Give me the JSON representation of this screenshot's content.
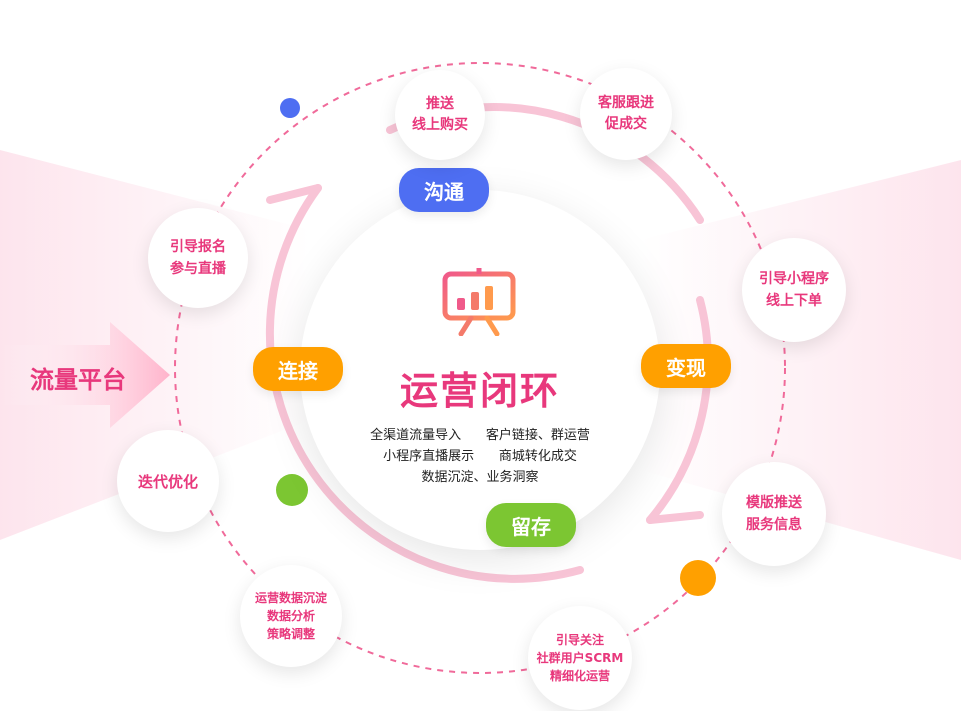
{
  "center": {
    "title": "运营闭环",
    "lines": [
      "全渠道流量导入      客户链接、群运营",
      "小程序直播展示      商城转化成交",
      "数据沉淀、业务洞察"
    ]
  },
  "arrow_label": "流量平台",
  "pills": {
    "communicate": "沟通",
    "connect": "连接",
    "monetize": "变现",
    "retain": "留存"
  },
  "bubbles": {
    "push_buy": [
      "推送",
      "线上购买"
    ],
    "service": [
      "客服跟进",
      "促成交"
    ],
    "signup": [
      "引导报名",
      "参与直播"
    ],
    "mini_order": [
      "引导小程序",
      "线上下单"
    ],
    "iterate": [
      "迭代优化"
    ],
    "template": [
      "模版推送",
      "服务信息"
    ],
    "data_ops": [
      "运营数据沉淀",
      "数据分析",
      "策略调整"
    ],
    "scrm": [
      "引导关注",
      "社群用户SCRM",
      "精细化运营"
    ]
  },
  "colors": {
    "brand_pink": "#e8387c",
    "blue": "#4e6ef2",
    "orange": "#ffa000",
    "green": "#7cc632",
    "dashed": "#f06a9a"
  }
}
